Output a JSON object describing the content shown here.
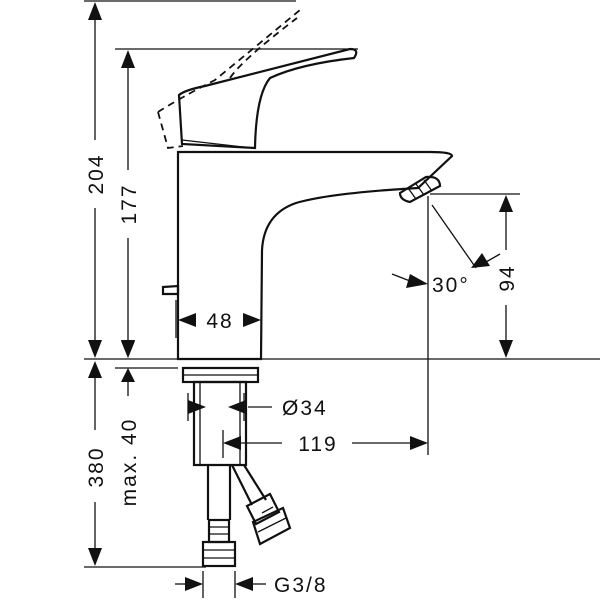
{
  "dimensions": {
    "total_height": "204",
    "spout_height": "177",
    "spout_clearance": "94",
    "body_width": "48",
    "hole_diameter": "Ø34",
    "projection": "119",
    "hose_length": "380",
    "max_thickness": "max. 40",
    "connection": "G3/8",
    "spray_angle": "30°"
  },
  "colors": {
    "line": "#111111",
    "background": "#ffffff"
  }
}
